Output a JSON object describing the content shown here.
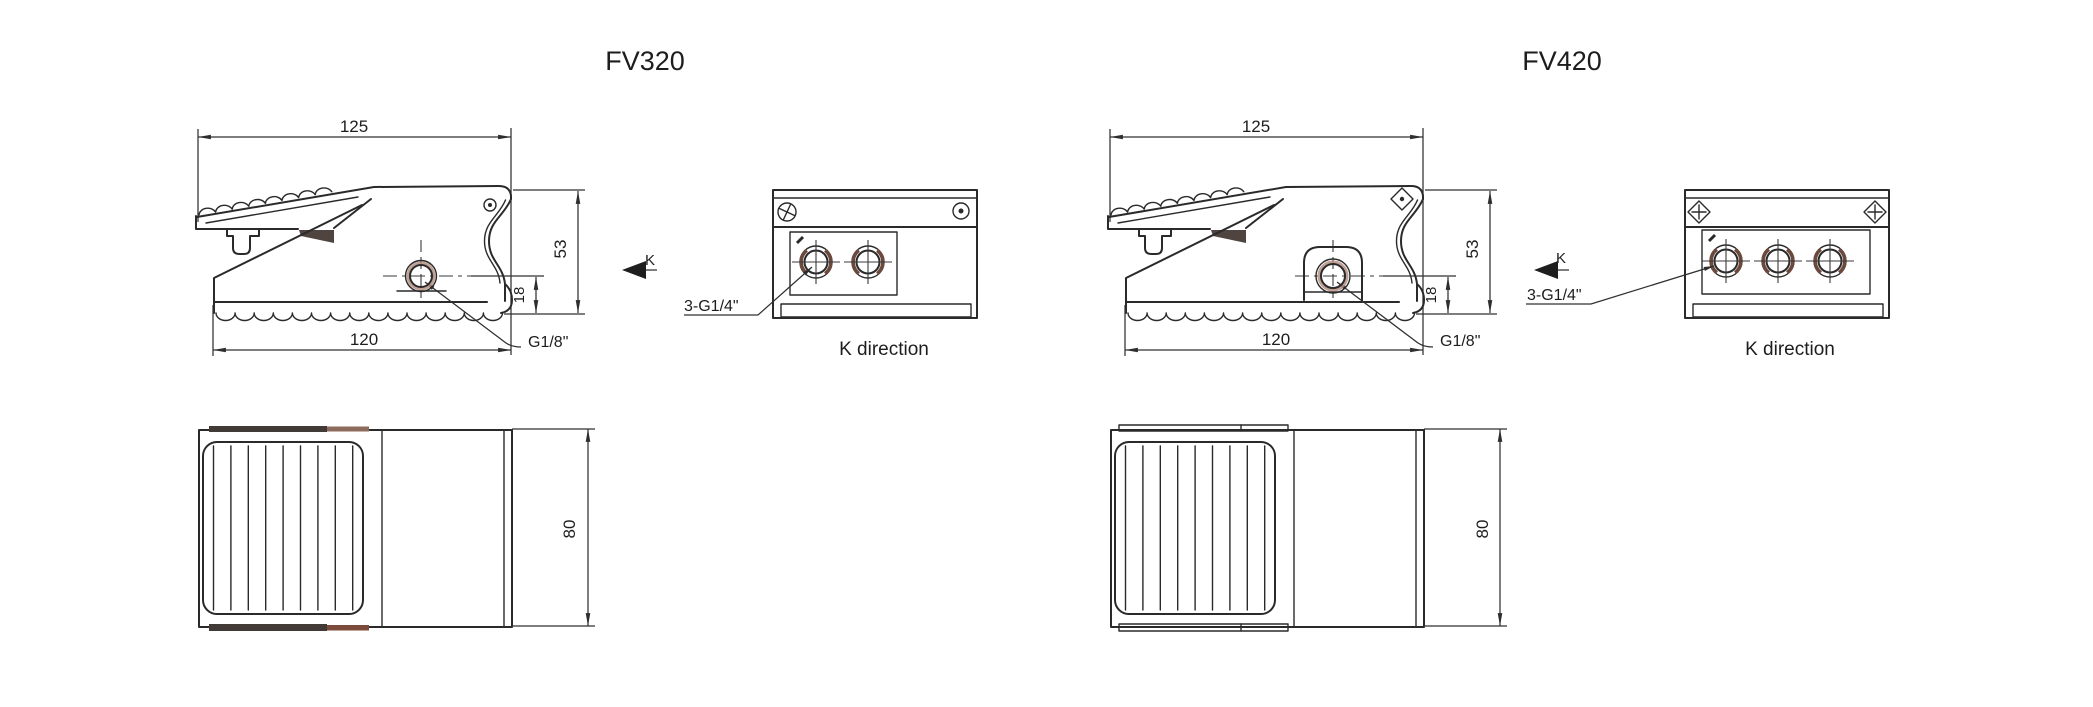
{
  "page": {
    "background": "#ffffff",
    "colors": {
      "line": "#2a2a2a",
      "port_thread_ring": "#6b4a3d",
      "side_port_ring": "#b59183",
      "dark_strip": "#413a36",
      "brown_strip": "#8d6b5c"
    }
  },
  "drawings": [
    {
      "id": "fv320",
      "title": "FV320",
      "k_view_port_count": 2,
      "labels": {
        "width_top": "125",
        "width_bottom": "120",
        "height": "53",
        "port_height": "18",
        "depth": "80",
        "side_port": "G1/8\"",
        "face_ports": "3-G1/4\"",
        "view_letter": "K",
        "view_caption": "K direction"
      }
    },
    {
      "id": "fv420",
      "title": "FV420",
      "k_view_port_count": 3,
      "labels": {
        "width_top": "125",
        "width_bottom": "120",
        "height": "53",
        "port_height": "18",
        "depth": "80",
        "side_port": "G1/8\"",
        "face_ports": "3-G1/4\"",
        "view_letter": "K",
        "view_caption": "K direction"
      }
    }
  ]
}
